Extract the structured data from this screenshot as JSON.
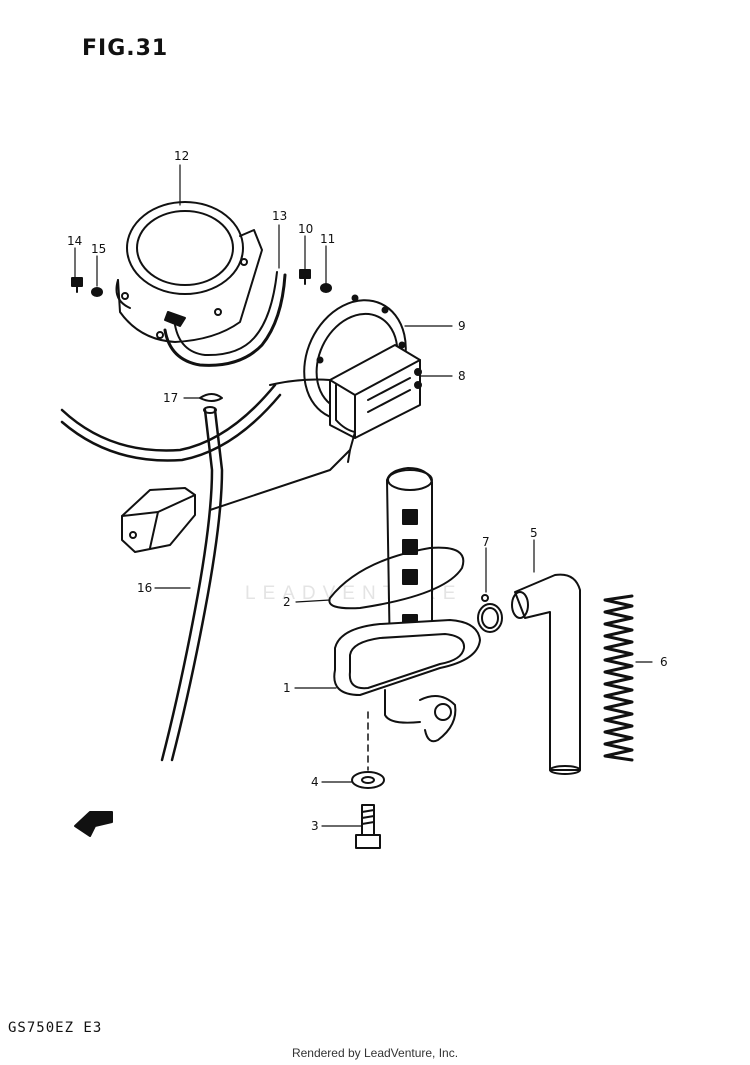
{
  "figure": {
    "title": "FIG.31",
    "model_code": "GS750EZ  E3"
  },
  "watermark": {
    "text": "LEADVENTURE"
  },
  "footer": {
    "text": "Rendered by LeadVenture, Inc."
  },
  "callouts": [
    {
      "id": "12",
      "label": "12"
    },
    {
      "id": "13",
      "label": "13"
    },
    {
      "id": "14",
      "label": "14"
    },
    {
      "id": "15",
      "label": "15"
    },
    {
      "id": "10",
      "label": "10"
    },
    {
      "id": "11",
      "label": "11"
    },
    {
      "id": "9",
      "label": "9"
    },
    {
      "id": "8",
      "label": "8"
    },
    {
      "id": "17",
      "label": "17"
    },
    {
      "id": "16",
      "label": "16"
    },
    {
      "id": "7",
      "label": "7"
    },
    {
      "id": "5",
      "label": "5"
    },
    {
      "id": "2",
      "label": "2"
    },
    {
      "id": "6",
      "label": "6"
    },
    {
      "id": "1",
      "label": "1"
    },
    {
      "id": "4",
      "label": "4"
    },
    {
      "id": "3",
      "label": "3"
    }
  ],
  "colors": {
    "ink": "#111111",
    "background": "#ffffff"
  }
}
